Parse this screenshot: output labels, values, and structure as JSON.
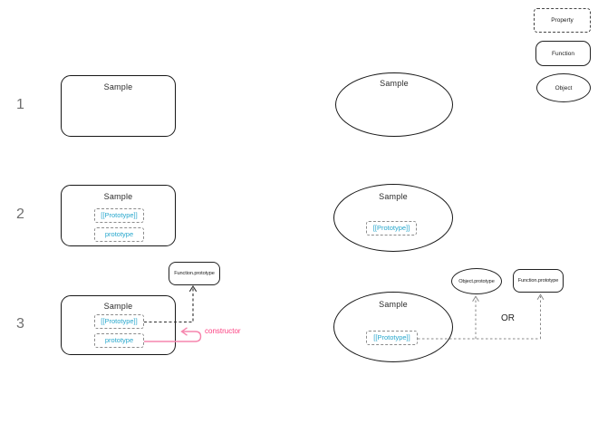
{
  "colors": {
    "slot_text": "#27a7cd",
    "constructor_text": "#fb3d7f",
    "constructor_arrow": "#f685ad",
    "shape_border": "#171717",
    "row_number": "#6e6e6e"
  },
  "legend": {
    "property_label": "Property",
    "function_label": "Function",
    "object_label": "Object"
  },
  "rows": [
    {
      "number": "1",
      "function": {
        "title": "Sample"
      },
      "object": {
        "title": "Sample"
      }
    },
    {
      "number": "2",
      "function": {
        "title": "Sample",
        "slots": [
          "[[Prototype]]",
          "prototype"
        ]
      },
      "object": {
        "title": "Sample",
        "slots": [
          "[[Prototype]]"
        ]
      }
    },
    {
      "number": "3",
      "function": {
        "title": "Sample",
        "slots": [
          "[[Prototype]]",
          "prototype"
        ],
        "prototype_target": "Function.prototype",
        "annotation": "constructor"
      },
      "object": {
        "title": "Sample",
        "slots": [
          "[[Prototype]]"
        ],
        "prototype_targets": [
          "Object.prototype",
          "Function.prototype"
        ],
        "alternative_label": "OR"
      }
    }
  ]
}
